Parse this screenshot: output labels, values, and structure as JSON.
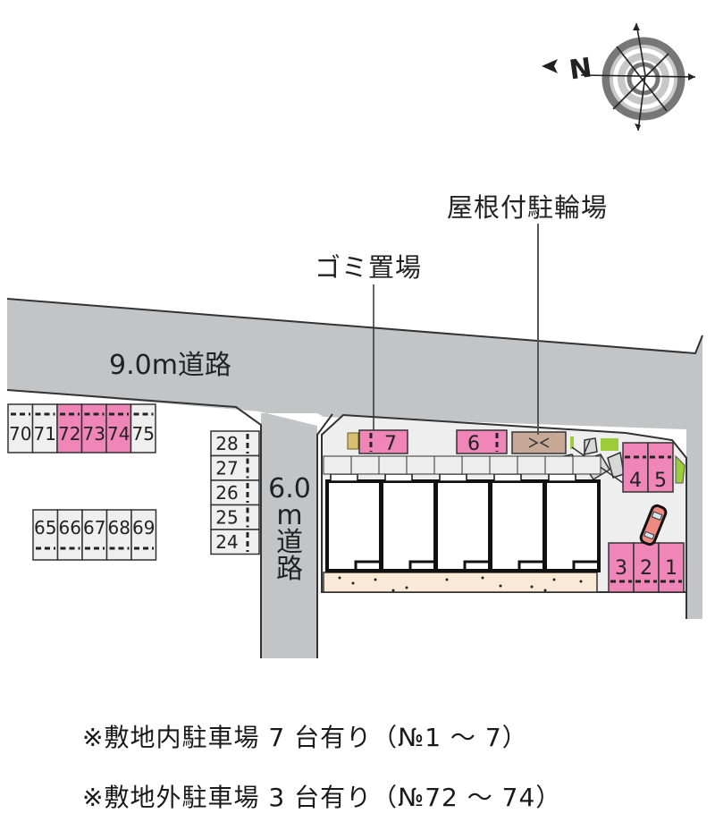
{
  "compass": {
    "north_label": "N",
    "arrow": "north-arrow"
  },
  "callouts": {
    "bicycle_parking": "屋根付駐輪場",
    "garbage": "ゴミ置場"
  },
  "roads": {
    "main": {
      "label": "9.0m道路"
    },
    "side": {
      "label_lines": [
        "6.0",
        "m",
        "道",
        "路"
      ]
    }
  },
  "colors": {
    "road": "#c3c4c6",
    "site": "#eeeeee",
    "available_space": "#f085b8",
    "unavailable_space": "#efefef",
    "bike_shelter": "#c8a896",
    "greenery": "#9ccc3a",
    "garden_strip": "#fbe9d8",
    "car_body": "#f08a80"
  },
  "offsite_lots": {
    "row_top": [
      {
        "no": "70",
        "available": false
      },
      {
        "no": "71",
        "available": false
      },
      {
        "no": "72",
        "available": true
      },
      {
        "no": "73",
        "available": true
      },
      {
        "no": "74",
        "available": true
      },
      {
        "no": "75",
        "available": false
      }
    ],
    "row_bottom": [
      {
        "no": "65",
        "available": false
      },
      {
        "no": "66",
        "available": false
      },
      {
        "no": "67",
        "available": false
      },
      {
        "no": "68",
        "available": false
      },
      {
        "no": "69",
        "available": false
      }
    ],
    "column": [
      {
        "no": "28",
        "available": false
      },
      {
        "no": "27",
        "available": false
      },
      {
        "no": "26",
        "available": false
      },
      {
        "no": "25",
        "available": false
      },
      {
        "no": "24",
        "available": false
      }
    ]
  },
  "onsite_spaces": [
    {
      "no": "7"
    },
    {
      "no": "6"
    },
    {
      "no": "5"
    },
    {
      "no": "4"
    },
    {
      "no": "3"
    },
    {
      "no": "2"
    },
    {
      "no": "1"
    }
  ],
  "building_units": 5,
  "notes": [
    "※敷地内駐車場 7 台有り（№1 ～ 7）",
    "※敷地外駐車場 3 台有り（№72 ～ 74）"
  ]
}
